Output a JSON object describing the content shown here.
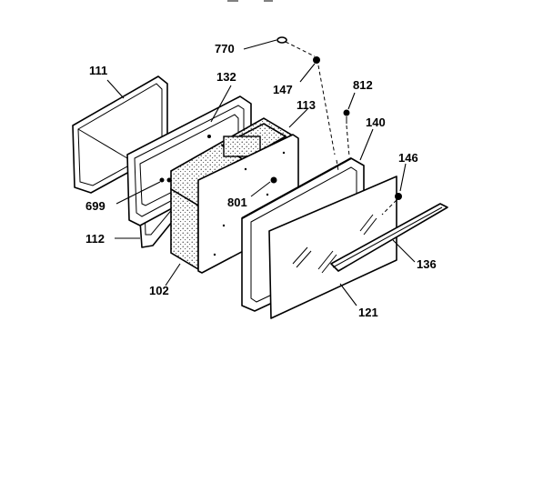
{
  "callouts": [
    {
      "id": "770",
      "text": "770"
    },
    {
      "id": "147",
      "text": "147"
    },
    {
      "id": "812",
      "text": "812"
    },
    {
      "id": "111",
      "text": "111"
    },
    {
      "id": "132",
      "text": "132"
    },
    {
      "id": "113",
      "text": "113"
    },
    {
      "id": "140",
      "text": "140"
    },
    {
      "id": "146",
      "text": "146"
    },
    {
      "id": "699",
      "text": "699"
    },
    {
      "id": "801",
      "text": "801"
    },
    {
      "id": "112",
      "text": "112"
    },
    {
      "id": "136",
      "text": "136"
    },
    {
      "id": "102",
      "text": "102"
    },
    {
      "id": "121",
      "text": "121"
    }
  ],
  "colors": {
    "ink": "#000000",
    "paper": "#ffffff"
  }
}
